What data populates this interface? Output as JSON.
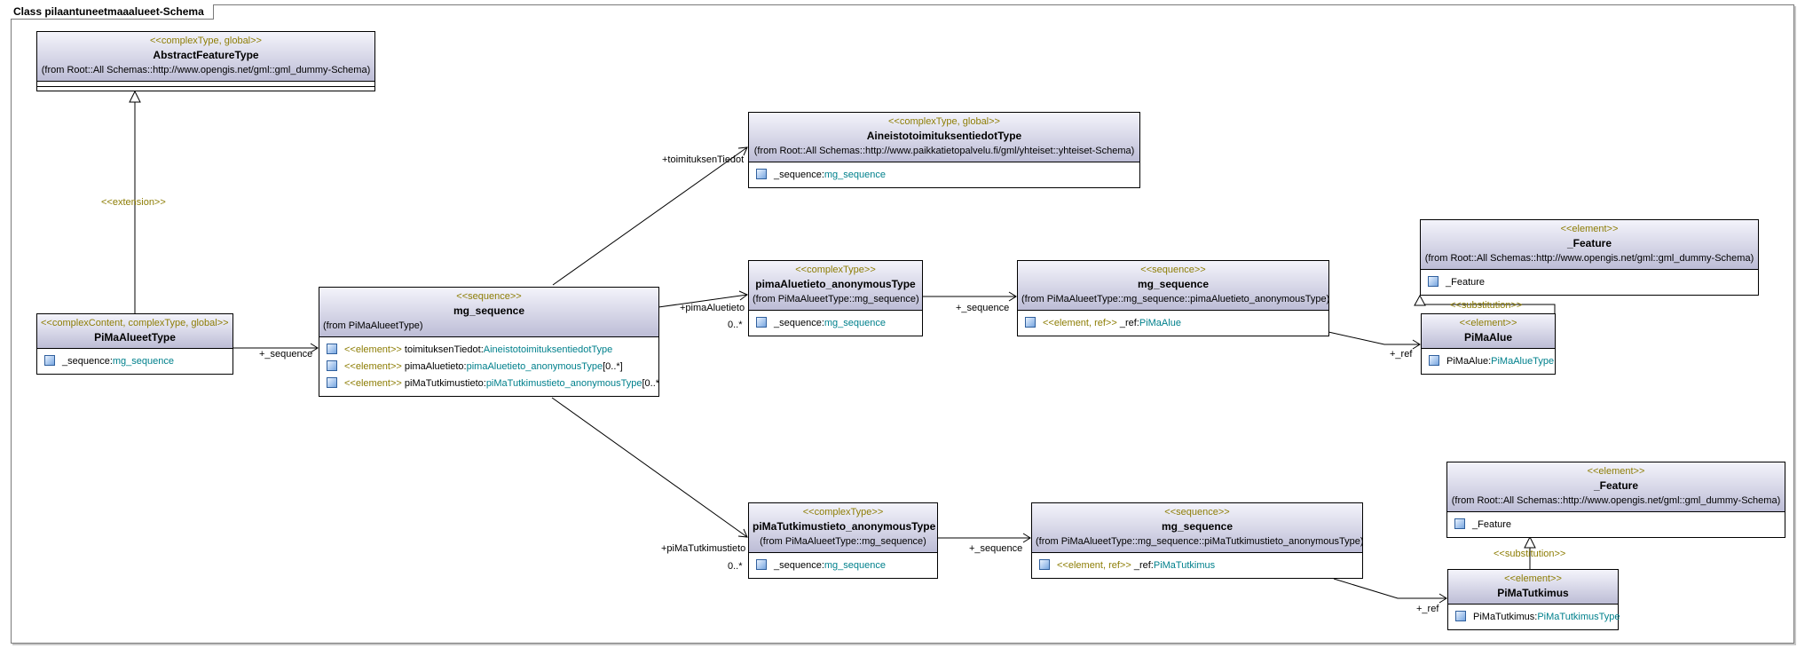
{
  "frame_title": "Class pilaantuneetmaaalueet-Schema",
  "classes": {
    "abstract_feature_type": {
      "stereotype": "<<complexType, global>>",
      "name": "AbstractFeatureType",
      "from": "(from Root::All Schemas::http://www.opengis.net/gml::gml_dummy-Schema)"
    },
    "pimaalueet_type": {
      "stereotype": "<<complexContent, complexType, global>>",
      "name": "PiMaAlueetType",
      "attr0_name": "_sequence:",
      "attr0_type": "mg_sequence"
    },
    "mg_sequence_main": {
      "stereotype": "<<sequence>>",
      "name": "mg_sequence",
      "from": "(from PiMaAlueetType)",
      "attr0_stereo": "<<element>>",
      "attr0_name": " toimituksenTiedot:",
      "attr0_type": "AineistotoimituksentiedotType",
      "attr0_mult": "",
      "attr1_stereo": "<<element>>",
      "attr1_name": " pimaAluetieto:",
      "attr1_type": "pimaAluetieto_anonymousType",
      "attr1_mult": "[0..*]",
      "attr2_stereo": "<<element>>",
      "attr2_name": " piMaTutkimustieto:",
      "attr2_type": "piMaTutkimustieto_anonymousType",
      "attr2_mult": "[0..*"
    },
    "aineisto_type": {
      "stereotype": "<<complexType, global>>",
      "name": "AineistotoimituksentiedotType",
      "from": "(from Root::All Schemas::http://www.paikkatietopalvelu.fi/gml/yhteiset::yhteiset-Schema)",
      "attr0_name": "_sequence:",
      "attr0_type": "mg_sequence"
    },
    "pima_aluetieto_type": {
      "stereotype": "<<complexType>>",
      "name": "pimaAluetieto_anonymousType",
      "from": "(from PiMaAlueetType::mg_sequence)",
      "attr0_name": "_sequence:",
      "attr0_type": "mg_sequence"
    },
    "mg_sequence_alue": {
      "stereotype": "<<sequence>>",
      "name": "mg_sequence",
      "from": "(from PiMaAlueetType::mg_sequence::pimaAluetieto_anonymousType)",
      "attr0_stereo": "<<element, ref>>",
      "attr0_name": " _ref:",
      "attr0_type": "PiMaAlue"
    },
    "feature_top": {
      "stereotype": "<<element>>",
      "name": "_Feature",
      "from": "(from Root::All Schemas::http://www.opengis.net/gml::gml_dummy-Schema)",
      "attr0_name": "_Feature"
    },
    "pimaalue": {
      "stereotype": "<<element>>",
      "name": "PiMaAlue",
      "attr0_name": "PiMaAlue:",
      "attr0_type": "PiMaAlueType"
    },
    "pima_tutkimustieto_type": {
      "stereotype": "<<complexType>>",
      "name": "piMaTutkimustieto_anonymousType",
      "from": "(from PiMaAlueetType::mg_sequence)",
      "attr0_name": "_sequence:",
      "attr0_type": "mg_sequence"
    },
    "mg_sequence_tutkimus": {
      "stereotype": "<<sequence>>",
      "name": "mg_sequence",
      "from": "(from PiMaAlueetType::mg_sequence::piMaTutkimustieto_anonymousType)",
      "attr0_stereo": "<<element, ref>>",
      "attr0_name": " _ref:",
      "attr0_type": "PiMaTutkimus"
    },
    "feature_bottom": {
      "stereotype": "<<element>>",
      "name": "_Feature",
      "from": "(from Root::All Schemas::http://www.opengis.net/gml::gml_dummy-Schema)",
      "attr0_name": "_Feature"
    },
    "pimatutkimus": {
      "stereotype": "<<element>>",
      "name": "PiMaTutkimus",
      "attr0_name": "PiMaTutkimus:",
      "attr0_type": "PiMaTutkimusType"
    }
  },
  "labels": {
    "extension": "<<extension>>",
    "seq_main": "+_sequence",
    "toimituksen": "+toimituksenTiedot",
    "pima_aluetieto": "+pimaAluetieto",
    "mult_aluetieto": "0..*",
    "seq_alue": "+_sequence",
    "ref_alue": "+_ref",
    "substitution_top": "<<substitution>>",
    "pima_tutkimustieto": "+piMaTutkimustieto",
    "mult_tutkimus": "0..*",
    "seq_tutkimus": "+_sequence",
    "ref_tutkimus": "+_ref",
    "substitution_bottom": "<<substitution>>"
  }
}
